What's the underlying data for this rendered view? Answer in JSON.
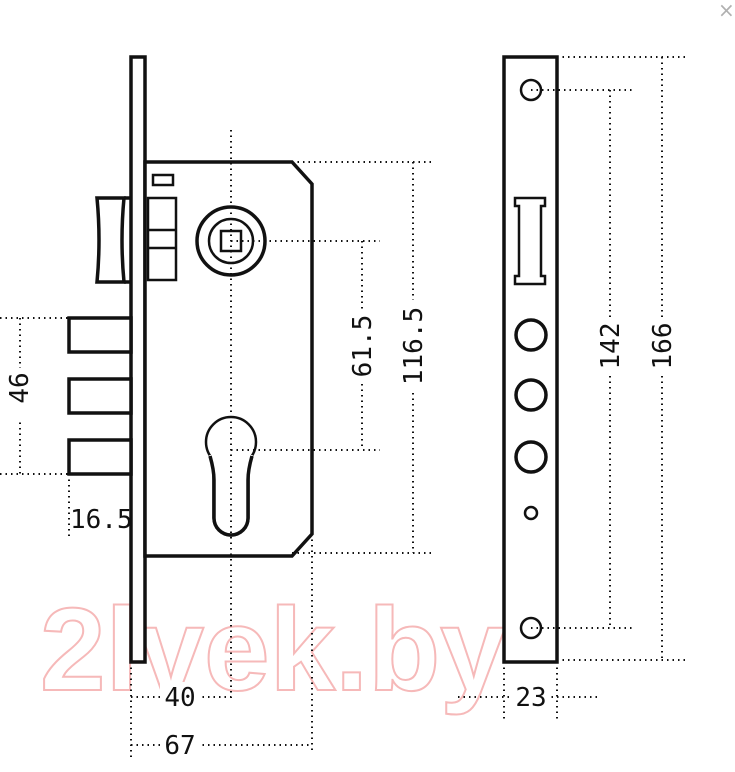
{
  "diagram": {
    "dimensions": {
      "d46": "46",
      "d16_5": "16.5",
      "d61_5": "61.5",
      "d116_5": "116.5",
      "d142": "142",
      "d166": "166",
      "d40": "40",
      "d67": "67",
      "d23": "23"
    },
    "watermark": "2lvek.by"
  },
  "ui": {
    "close_symbol": "×",
    "close_icon": "close-icon"
  },
  "colors": {
    "line": "#111111",
    "watermark": "#f6b9b9",
    "close": "#b0b0b0"
  }
}
